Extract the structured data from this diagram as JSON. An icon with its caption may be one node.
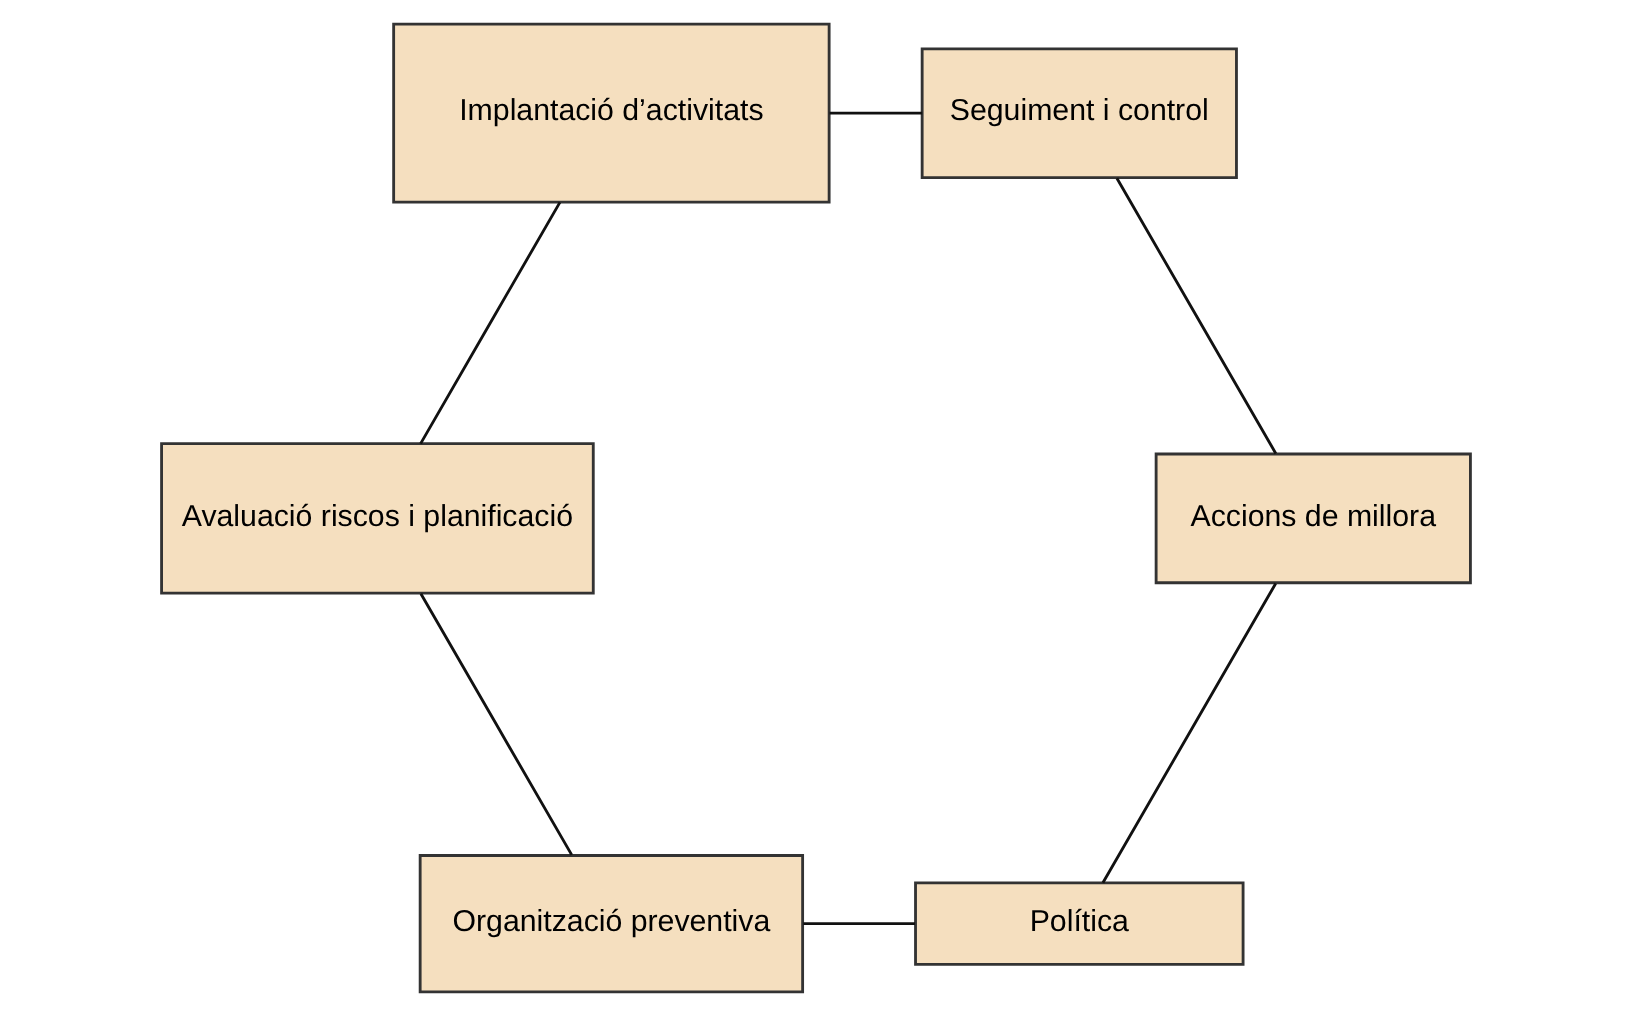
{
  "diagram": {
    "nodes": [
      {
        "text": [
          "Política"
        ]
      },
      {
        "text": [
          "Organització preventiva"
        ]
      },
      {
        "text": [
          "Avaluació riscos i planificació"
        ]
      },
      {
        "text": [
          "Implantació d’activitats"
        ]
      },
      {
        "text": [
          "Seguiment i control"
        ]
      },
      {
        "text": [
          "Accions de millora"
        ]
      }
    ],
    "edges": [
      {
        "from": 0,
        "to": 1,
        "arrow": "none"
      },
      {
        "from": 1,
        "to": 2,
        "arrow": "none"
      },
      {
        "from": 2,
        "to": 3,
        "arrow": "none"
      },
      {
        "from": 3,
        "to": 4,
        "arrow": "none"
      },
      {
        "from": 4,
        "to": 5,
        "arrow": "none"
      },
      {
        "from": 5,
        "to": 0,
        "arrow": "none"
      }
    ]
  }
}
